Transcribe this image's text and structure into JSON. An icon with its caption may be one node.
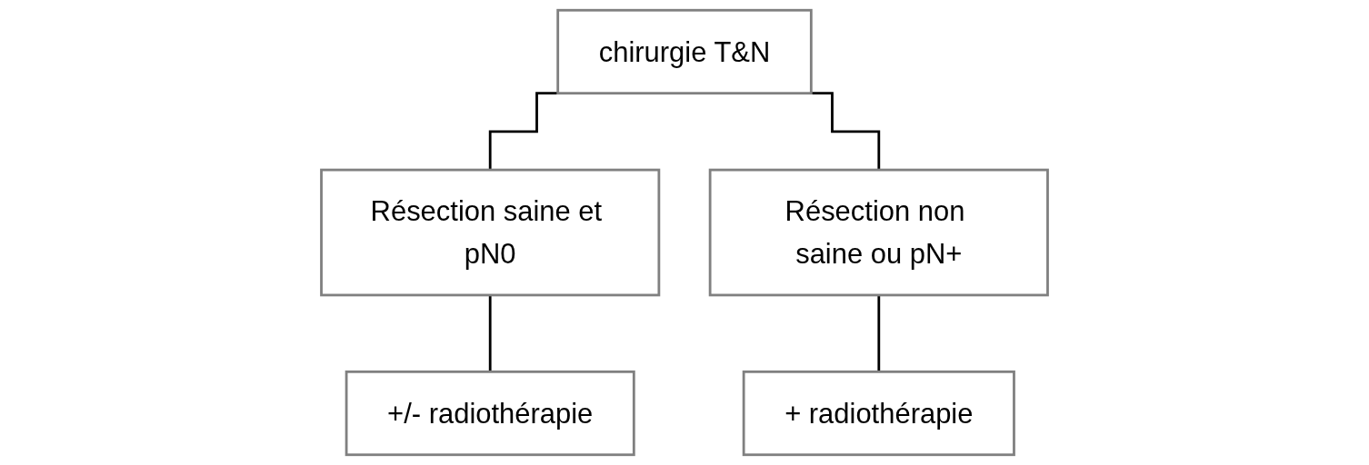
{
  "diagram": {
    "nodes": [
      {
        "text": [
          "chirurgie T&N"
        ]
      },
      {
        "text": [
          "Résection saine et pN0"
        ]
      },
      {
        "text": [
          "Résection non saine ou pN+"
        ]
      },
      {
        "text": [
          "+/- radiothérapie"
        ]
      },
      {
        "text": [
          "+ radiothérapie"
        ]
      }
    ],
    "edges": [
      {
        "from": 0,
        "to": 1,
        "arrow": "none"
      },
      {
        "from": 0,
        "to": 2,
        "arrow": "none"
      },
      {
        "from": 1,
        "to": 3,
        "arrow": "none"
      },
      {
        "from": 2,
        "to": 4,
        "arrow": "none"
      }
    ]
  }
}
